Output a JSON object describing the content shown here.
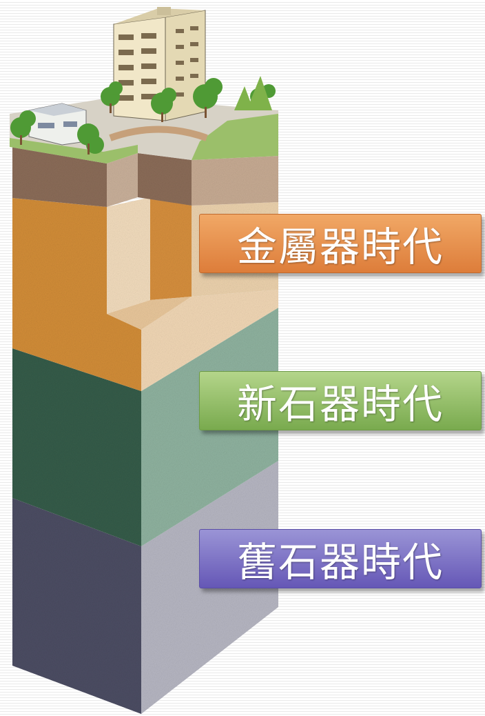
{
  "layers": [
    {
      "id": "metal",
      "label": "金屬器時代",
      "color": "#dd7d3a"
    },
    {
      "id": "neo",
      "label": "新石器時代",
      "color": "#79aa4e"
    },
    {
      "id": "paleo",
      "label": "舊石器時代",
      "color": "#6557b6"
    }
  ]
}
